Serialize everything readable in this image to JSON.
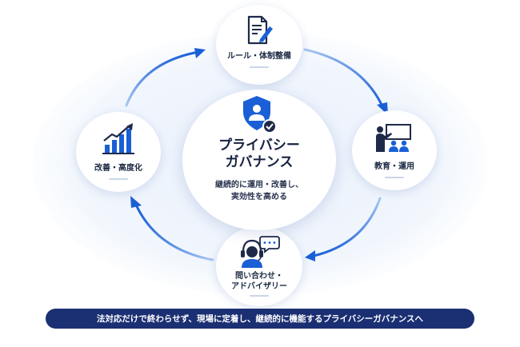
{
  "center": {
    "title_line1": "プライバシー",
    "title_line2": "ガバナンス",
    "desc_line1": "継続的に運用・改善し、",
    "desc_line2": "実効性を高める"
  },
  "cycle": {
    "top": {
      "label": "ルール・体制整備",
      "icon": "document-pen-icon"
    },
    "right": {
      "label": "教育・運用",
      "icon": "presentation-board-icon"
    },
    "bottom": {
      "label_line1": "問い合わせ・",
      "label_line2": "アドバイザリー",
      "icon": "headset-chat-icon"
    },
    "left": {
      "label": "改善・高度化",
      "icon": "bar-chart-growth-icon"
    }
  },
  "banner": {
    "text": "法対応だけで終わらせず、現場に定着し、継続的に機能するプライバシーガバナンスへ"
  },
  "colors": {
    "accent": "#1a5fd6",
    "navy": "#1b2f73",
    "text": "#1c2a44"
  }
}
